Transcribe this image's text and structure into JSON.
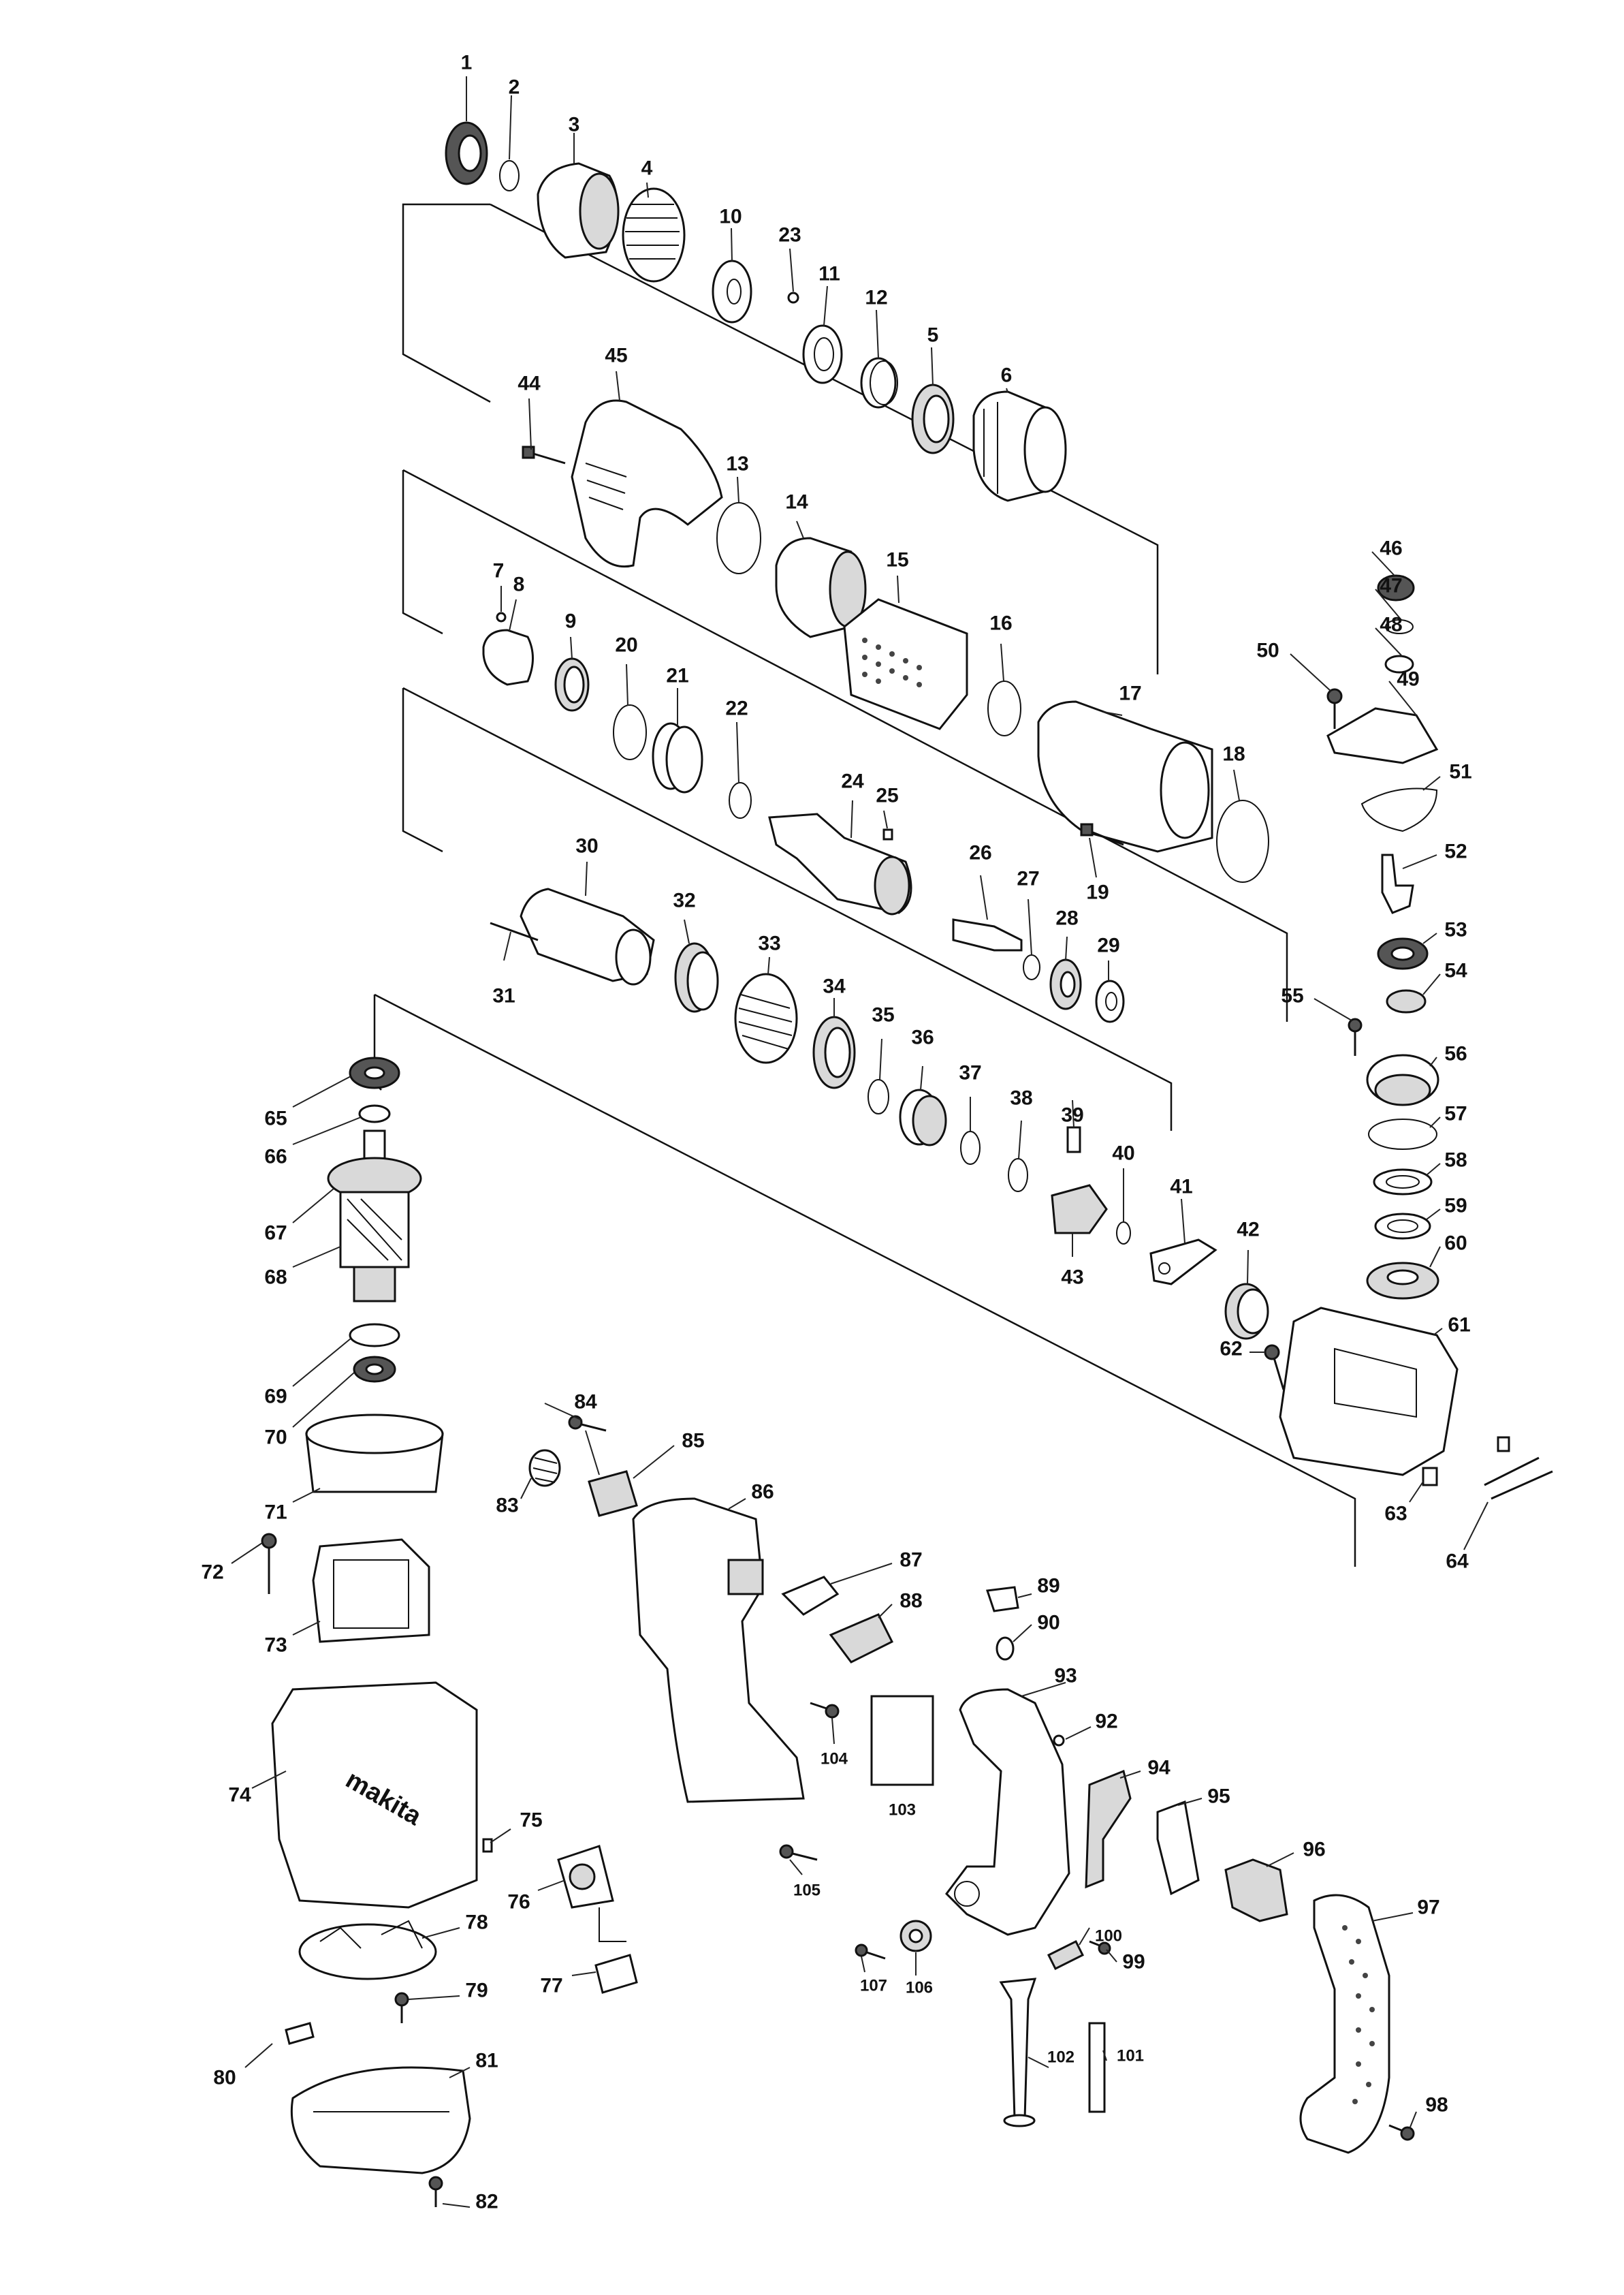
{
  "labels": {
    "p1": "1",
    "p2": "2",
    "p3": "3",
    "p4": "4",
    "p5": "5",
    "p6": "6",
    "p7": "7",
    "p8": "8",
    "p9": "9",
    "p10": "10",
    "p11": "11",
    "p12": "12",
    "p13": "13",
    "p14": "14",
    "p15": "15",
    "p16": "16",
    "p17": "17",
    "p18": "18",
    "p19": "19",
    "p20": "20",
    "p21": "21",
    "p22": "22",
    "p23": "23",
    "p24": "24",
    "p25": "25",
    "p26": "26",
    "p27": "27",
    "p28": "28",
    "p29": "29",
    "p30": "30",
    "p31": "31",
    "p32": "32",
    "p33": "33",
    "p34": "34",
    "p35": "35",
    "p36": "36",
    "p37": "37",
    "p38": "38",
    "p39": "39",
    "p40": "40",
    "p41": "41",
    "p42": "42",
    "p43": "43",
    "p44": "44",
    "p45": "45",
    "p46": "46",
    "p47": "47",
    "p48": "48",
    "p49": "49",
    "p50": "50",
    "p51": "51",
    "p52": "52",
    "p53": "53",
    "p54": "54",
    "p55": "55",
    "p56": "56",
    "p57": "57",
    "p58": "58",
    "p59": "59",
    "p60": "60",
    "p61": "61",
    "p62": "62",
    "p63": "63",
    "p64": "64",
    "p65": "65",
    "p66": "66",
    "p67": "67",
    "p68": "68",
    "p69": "69",
    "p70": "70",
    "p71": "71",
    "p72": "72",
    "p73": "73",
    "p74": "74",
    "p75": "75",
    "p76": "76",
    "p77": "77",
    "p78": "78",
    "p79": "79",
    "p80": "80",
    "p81": "81",
    "p82": "82",
    "p83": "83",
    "p84": "84",
    "p85": "85",
    "p86": "86",
    "p87": "87",
    "p88": "88",
    "p89": "89",
    "p90": "90",
    "p92": "92",
    "p93": "93",
    "p94": "94",
    "p95": "95",
    "p96": "96",
    "p97": "97",
    "p98": "98",
    "p99": "99",
    "p100": "100",
    "p101": "101",
    "p102": "102",
    "p103": "103",
    "p104": "104",
    "p105": "105",
    "p106": "106",
    "p107": "107"
  },
  "housing_brand": "makita",
  "colors": {
    "line": "#111111",
    "fill": "#ffffff",
    "shade": "#d9d9d9"
  }
}
